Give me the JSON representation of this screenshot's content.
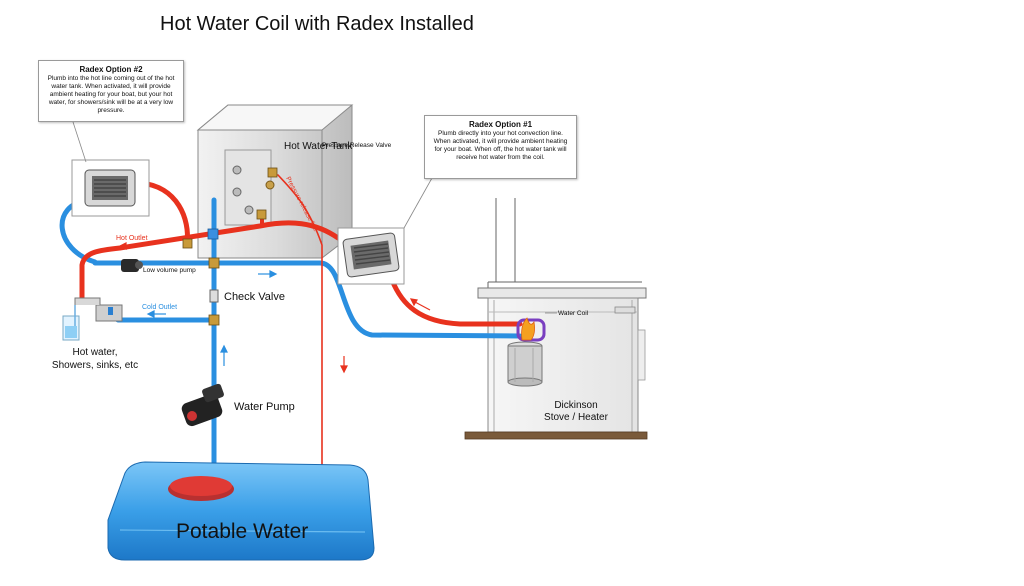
{
  "title": "Hot Water Coil with Radex Installed",
  "option2": {
    "heading": "Radex Option #2",
    "body": "Plumb into the hot line coming out of the hot water tank. When activated, it will provide ambient heating for your boat, but your hot water, for showers/sink will be at a very low pressure."
  },
  "option1": {
    "heading": "Radex Option #1",
    "body": "Plumb directly into your hot convection line. When activated, it will provide ambient heating for your boat. When off, the hot water tank will receive hot water from the coil."
  },
  "labels": {
    "hot_water_tank": "Hot Water Tank",
    "pressure_release_valve": "Pressure Release Valve",
    "pressure_release_line": "Pressure release line",
    "hot_outlet": "Hot Outlet",
    "low_volume_pump": "Low volume pump",
    "check_valve": "Check Valve",
    "cold_outlet": "Cold Outlet",
    "fixtures_line1": "Hot water,",
    "fixtures_line2": "Showers, sinks, etc",
    "water_pump": "Water Pump",
    "water_coil": "Water Coil",
    "stove_line1": "Dickinson",
    "stove_line2": "Stove / Heater",
    "potable_water": "Potable Water"
  },
  "colors": {
    "hot_line": "#e8321e",
    "cold_line": "#2a8fe0",
    "tank_blue": "#3a9fe8",
    "cap_red": "#e03a35"
  }
}
